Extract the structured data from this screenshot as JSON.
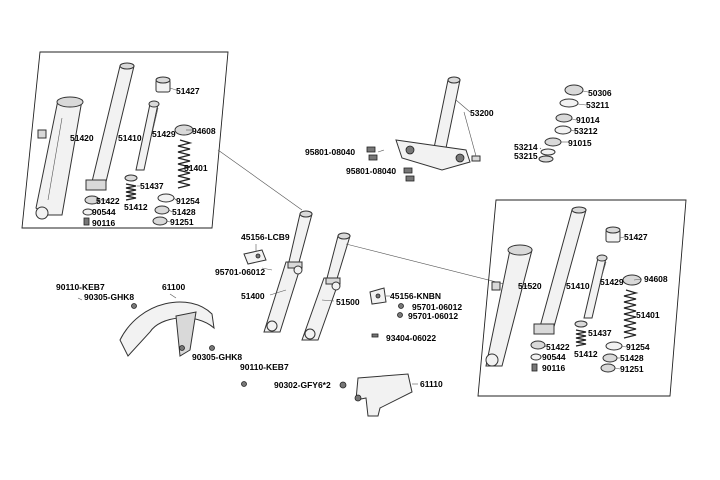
{
  "labels": {
    "l51427a": "51427",
    "l51420": "51420",
    "l51410a": "51410",
    "l51429a": "51429",
    "l94608a": "94608",
    "l51401a": "51401",
    "l51437a": "51437",
    "l51422a": "51422",
    "l51412a": "51412",
    "l91254a": "91254",
    "l90544a": "90544",
    "l51428a": "51428",
    "l90116a": "90116",
    "l91251a": "91251",
    "l53200": "53200",
    "l95801a": "95801-08040",
    "l95801b": "95801-08040",
    "l50306": "50306",
    "l53211": "53211",
    "l91014": "91014",
    "l53212": "53212",
    "l53214": "53214",
    "l91015": "91015",
    "l53215": "53215",
    "l45156lcb9": "45156-LCB9",
    "l95701a": "95701-06012",
    "l51400": "51400",
    "l51500": "51500",
    "l45156knbn": "45156-KNBN",
    "l95701b": "95701-06012",
    "l95701c": "95701-06012",
    "l93404": "93404-06022",
    "l90110a": "90110-KEB7",
    "l61100": "61100",
    "l90305a": "90305-GHK8",
    "l90305b": "90305-GHK8",
    "l90110b": "90110-KEB7",
    "l90302": "90302-GFY6*2",
    "l61110": "61110",
    "l51427b": "51427",
    "l51520": "51520",
    "l51410b": "51410",
    "l51429b": "51429",
    "l94608b": "94608",
    "l51401b": "51401",
    "l51437b": "51437",
    "l51422b": "51422",
    "l51412b": "51412",
    "l91254b": "91254",
    "l90544b": "90544",
    "l51428b": "51428",
    "l90116b": "90116",
    "l91251b": "91251"
  }
}
